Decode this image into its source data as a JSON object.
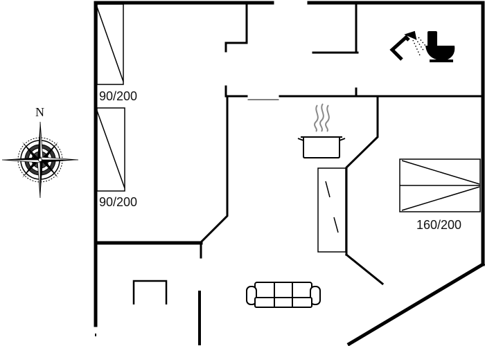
{
  "compass": {
    "north_label": "N"
  },
  "beds": [
    {
      "label": "90/200"
    },
    {
      "label": "90/200"
    },
    {
      "label": "160/200"
    }
  ],
  "icons": {
    "shower": "shower-icon",
    "toilet": "toilet-icon",
    "cooking_pot": "cooking-pot-icon",
    "steam": "steam-icon",
    "sofa": "sofa-icon",
    "table": "table-icon",
    "compass_rose": "compass-rose-icon"
  },
  "colors": {
    "wall": "#000000",
    "background": "#ffffff"
  }
}
